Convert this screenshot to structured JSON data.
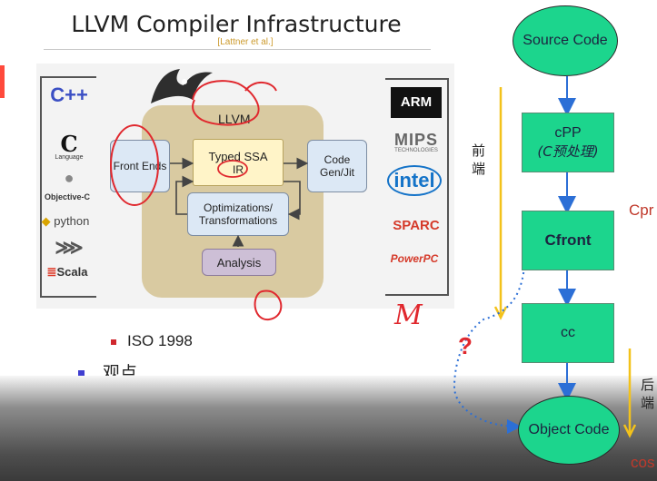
{
  "slide": {
    "title": "LLVM Compiler Infrastructure",
    "citation": "[Lattner et al.]",
    "llvm_label": "LLVM",
    "front_ends": "Front Ends",
    "typed_ssa": "Typed SSA",
    "ir": "IR",
    "code_gen": "Code Gen/Jit",
    "optimizations": "Optimizations/ Transformations",
    "analysis": "Analysis",
    "languages": [
      "C++",
      "C",
      "Language",
      "Objective-C",
      "python",
      "Scala"
    ],
    "architectures": [
      "ARM",
      "MIPS",
      "TECHNOLOGIES",
      "intel",
      "SPARC",
      "PowerPC"
    ],
    "bullet_partial": "ISO    1998",
    "bullet_main": "观点",
    "handwriting": [
      "M",
      "?"
    ]
  },
  "flow": {
    "source_code": "Source Code",
    "cpp": "cPP",
    "cpp_sub": "(C预处理)",
    "cfront": "Cfront",
    "cc": "cc",
    "object_code": "Object Code",
    "front_label": "前\n端",
    "back_label": "后\n端",
    "cpr_cut": "Cpr",
    "cos_cut": "cos"
  },
  "colors": {
    "node_green": "#1cd58d",
    "flow_arrow": "#2c6fd6",
    "llvm_panel": "#d9caa1",
    "ir_box": "#fff4c8",
    "blue_box": "#dce8f5",
    "analysis_box": "#cdbfd6",
    "annotation_red": "#e0282e",
    "side_text_red": "#c0392b",
    "phase_line": "#f3c21b"
  }
}
